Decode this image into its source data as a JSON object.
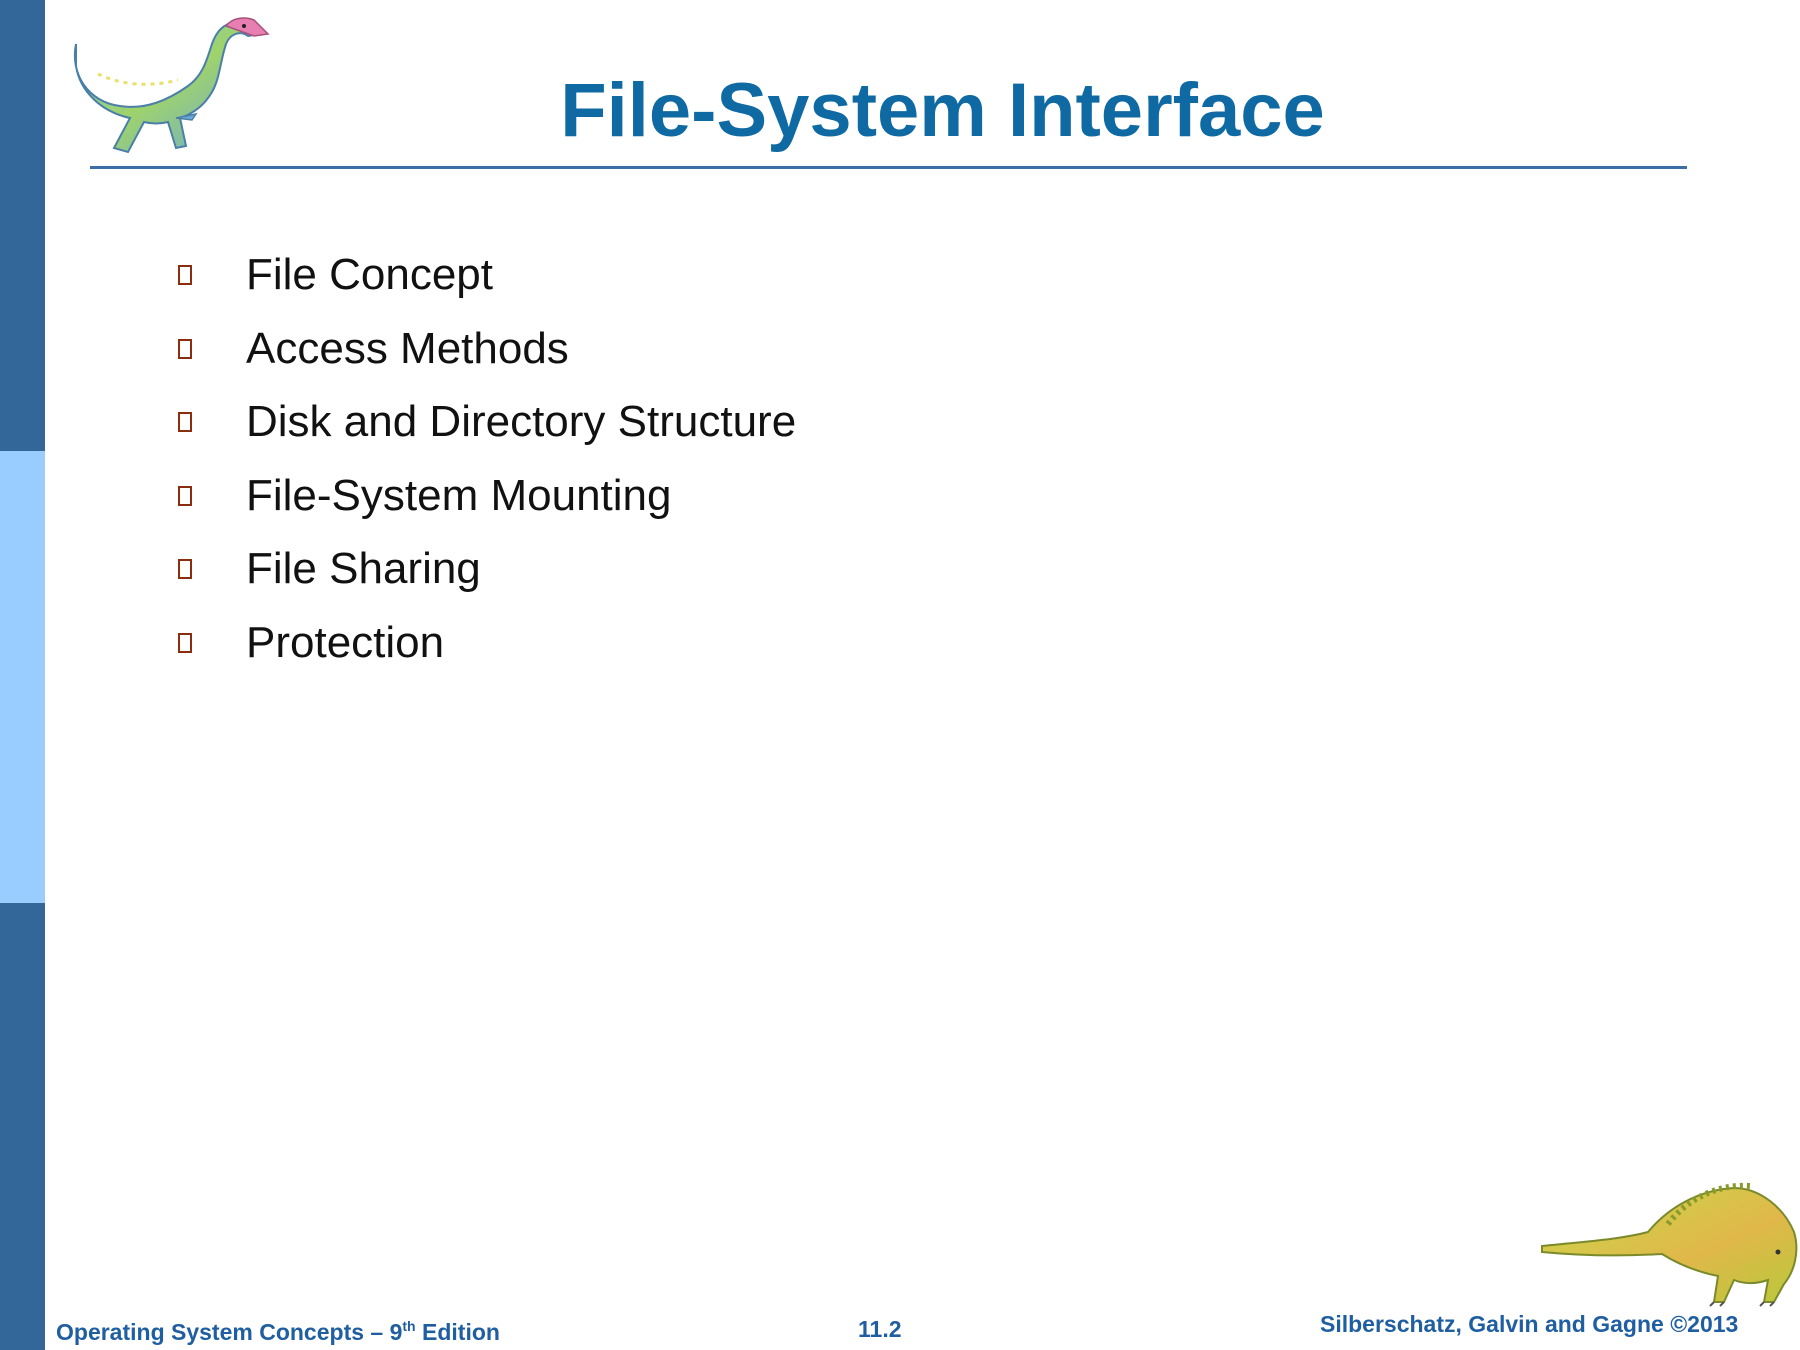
{
  "slide": {
    "title": "File-System Interface",
    "bullets": [
      "File Concept",
      "Access Methods",
      "Disk and Directory Structure",
      "File-System Mounting",
      "File Sharing",
      "Protection"
    ]
  },
  "footer": {
    "book_title": "Operating System  Concepts  – 9",
    "edition_sup": "th",
    "edition_word": " Edition",
    "page_number": "11.2",
    "authors": "Silberschatz, Galvin and Gagne ©2013"
  },
  "colors": {
    "title": "#0f6aa3",
    "sidebar_dark": "#336699",
    "sidebar_light": "#99ccff",
    "bullet_marker": "#8b2e0f",
    "footer_text": "#1f5ea1"
  },
  "icons": {
    "top_left": "dinosaur-illustration",
    "bottom_right": "dinosaur-illustration",
    "bullet": "hollow-square-bullet"
  }
}
